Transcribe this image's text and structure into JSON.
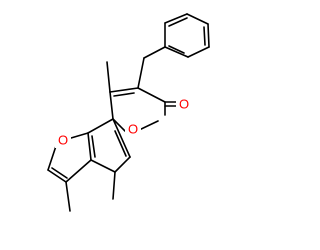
{
  "molecule": {
    "atoms": [
      {
        "id": "o_ring_lactone",
        "symbol": "O",
        "color": "#ff0000"
      },
      {
        "id": "o_carbonyl",
        "symbol": "O",
        "color": "#ff0000"
      },
      {
        "id": "o_furan",
        "symbol": "O",
        "color": "#ff0000"
      }
    ],
    "bond_color": "#000000"
  }
}
